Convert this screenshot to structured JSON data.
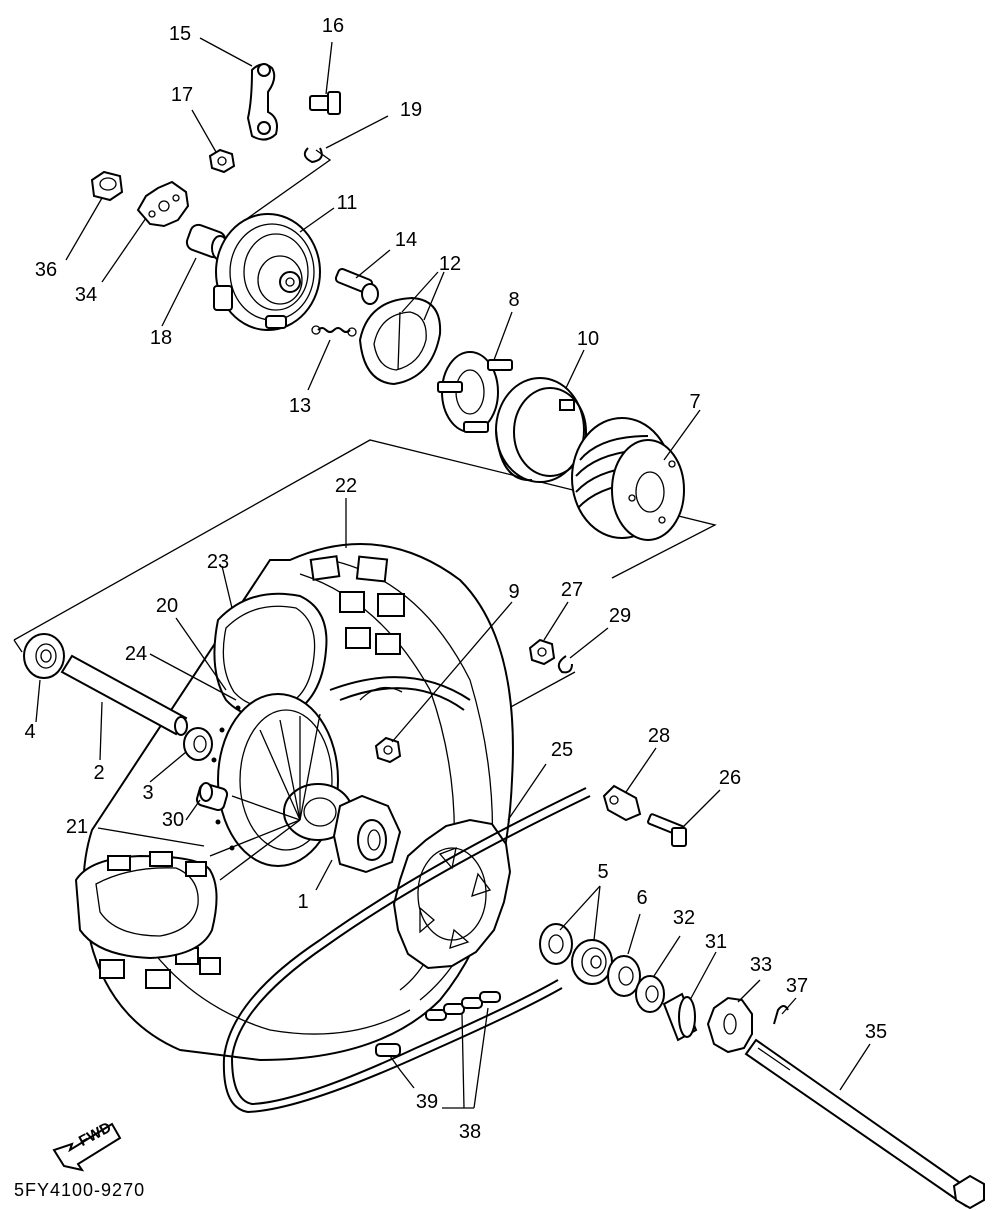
{
  "diagram": {
    "catalog_code": "5FY4100-9270",
    "forward_indicator": "FWD",
    "callouts": [
      {
        "id": "c1",
        "text": "1"
      },
      {
        "id": "c2",
        "text": "2"
      },
      {
        "id": "c3",
        "text": "3"
      },
      {
        "id": "c4",
        "text": "4"
      },
      {
        "id": "c5",
        "text": "5"
      },
      {
        "id": "c6",
        "text": "6"
      },
      {
        "id": "c7",
        "text": "7"
      },
      {
        "id": "c8",
        "text": "8"
      },
      {
        "id": "c9",
        "text": "9"
      },
      {
        "id": "c10",
        "text": "10"
      },
      {
        "id": "c11",
        "text": "11"
      },
      {
        "id": "c12",
        "text": "12"
      },
      {
        "id": "c13",
        "text": "13"
      },
      {
        "id": "c14",
        "text": "14"
      },
      {
        "id": "c15",
        "text": "15"
      },
      {
        "id": "c16",
        "text": "16"
      },
      {
        "id": "c17",
        "text": "17"
      },
      {
        "id": "c18",
        "text": "18"
      },
      {
        "id": "c19",
        "text": "19"
      },
      {
        "id": "c20",
        "text": "20"
      },
      {
        "id": "c21",
        "text": "21"
      },
      {
        "id": "c22",
        "text": "22"
      },
      {
        "id": "c23",
        "text": "23"
      },
      {
        "id": "c24",
        "text": "24"
      },
      {
        "id": "c25",
        "text": "25"
      },
      {
        "id": "c26",
        "text": "26"
      },
      {
        "id": "c27",
        "text": "27"
      },
      {
        "id": "c28",
        "text": "28"
      },
      {
        "id": "c29",
        "text": "29"
      },
      {
        "id": "c30",
        "text": "30"
      },
      {
        "id": "c31",
        "text": "31"
      },
      {
        "id": "c32",
        "text": "32"
      },
      {
        "id": "c33",
        "text": "33"
      },
      {
        "id": "c34",
        "text": "34"
      },
      {
        "id": "c35",
        "text": "35"
      },
      {
        "id": "c36",
        "text": "36"
      },
      {
        "id": "c37",
        "text": "37"
      },
      {
        "id": "c38",
        "text": "38"
      },
      {
        "id": "c39",
        "text": "39"
      }
    ]
  }
}
